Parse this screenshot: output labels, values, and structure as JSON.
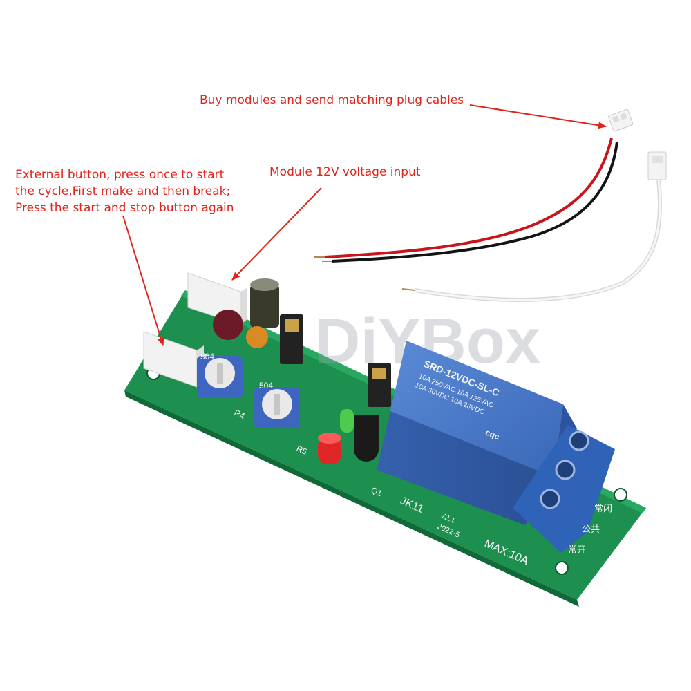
{
  "annotations": {
    "cables": "Buy modules and send matching plug cables",
    "button_line1": "External button, press once to start",
    "button_line2": "the cycle,First make and then break;",
    "button_line3": "Press the start and stop button again",
    "voltage": "Module 12V voltage input"
  },
  "watermark": "DiYBox",
  "colors": {
    "annotation": "#e0241a",
    "pcb": "#1f9a55",
    "relay": "#3f72c2",
    "terminal": "#2f63b8"
  },
  "board_silkscreen": {
    "model": "JK11",
    "version": "V2.1",
    "date": "2022-5",
    "rating": "MAX:10A",
    "terminal_nc": "常闭",
    "terminal_com": "公共",
    "terminal_no": "常开",
    "q1": "Q1",
    "r4": "R4",
    "r5": "R5",
    "pot1": "504",
    "pot2": "504"
  },
  "relay_label": {
    "model": "SRD-12VDC-SL-C",
    "line1": "10A 250VAC 10A 125VAC",
    "line2": "10A 30VDC 10A 28VDC",
    "brand": "cqc"
  }
}
